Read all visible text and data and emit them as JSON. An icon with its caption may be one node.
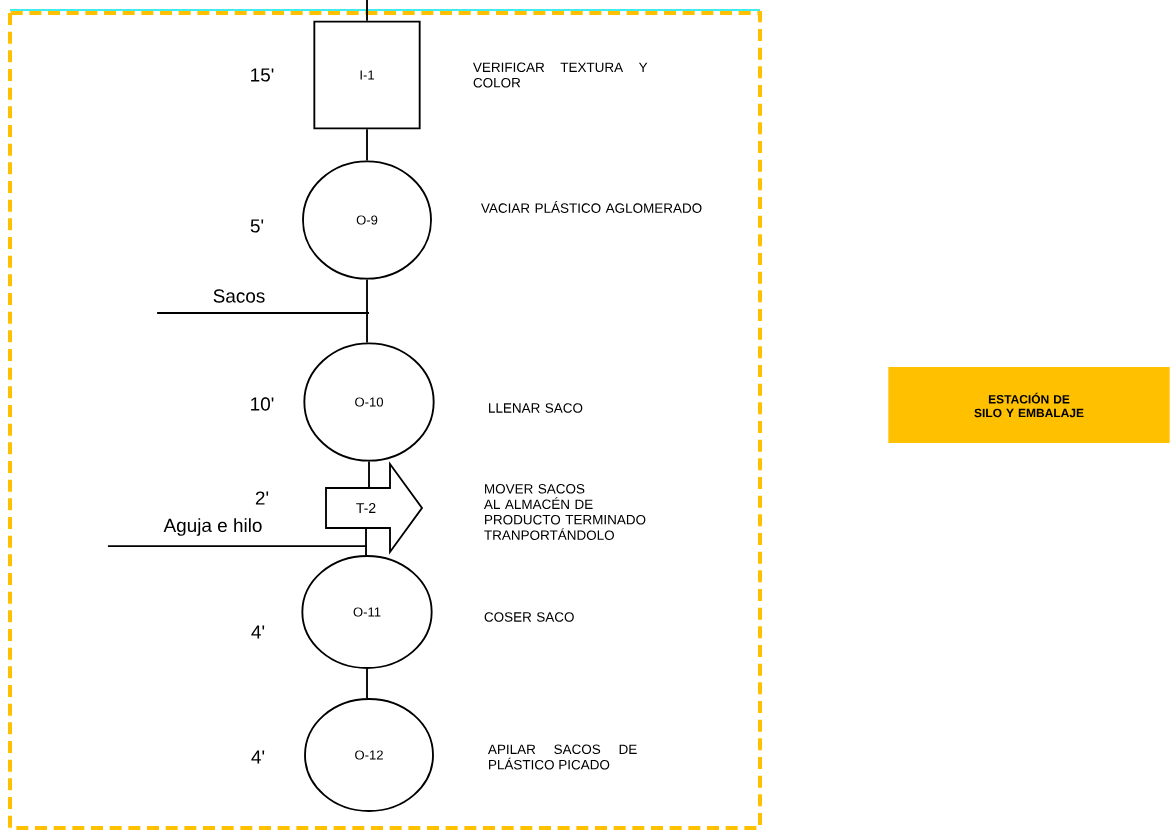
{
  "diagram": {
    "nodes": [
      {
        "text": [
          "I-1"
        ]
      },
      {
        "text": [
          "O-9"
        ]
      },
      {
        "text": [
          "Sacos"
        ]
      },
      {
        "text": [
          "O-10"
        ]
      },
      {
        "text": [
          "T-2"
        ]
      },
      {
        "text": [
          "Aguja e hilo"
        ]
      },
      {
        "text": [
          "O-11"
        ]
      },
      {
        "text": [
          "O-12"
        ]
      },
      {
        "text": [
          "ESTACIÓN DE SILO Y EMBALAJE"
        ]
      }
    ],
    "edges": [
      {
        "from": null,
        "to": 0,
        "arrow": "none"
      },
      {
        "from": 0,
        "to": 1,
        "arrow": "none"
      },
      {
        "from": 1,
        "to": 3,
        "arrow": "none"
      },
      {
        "from": 2,
        "to": 3,
        "arrow": "none"
      },
      {
        "from": 3,
        "to": 4,
        "arrow": "none"
      },
      {
        "from": 4,
        "to": 6,
        "arrow": "none"
      },
      {
        "from": 5,
        "to": 6,
        "arrow": "none"
      },
      {
        "from": 6,
        "to": 7,
        "arrow": "none"
      }
    ],
    "labels": [
      "15'",
      "VERIFICAR TEXTURA Y COLOR",
      "5'",
      "VACIAR PLÁSTICO AGLOMERADO",
      "10'",
      "LLENAR SACO",
      "2'",
      "MOVER SACOS AL ALMACÉN DE PRODUCTO TERMINADO TRANPORTÁNDOLO",
      "4'",
      "COSER SACO",
      "4'",
      "APILAR SACOS DE PLÁSTICO PICADO"
    ]
  }
}
